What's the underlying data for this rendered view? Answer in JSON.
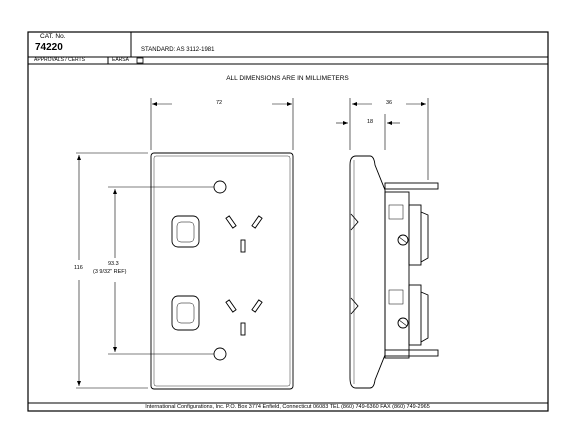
{
  "title_block": {
    "cat_no_label": "CAT. No.",
    "cat_no": "74220",
    "standard": "STANDARD: AS 3112-1981",
    "approvals": "APPROVALS / CERTS",
    "earsa": "EARSA"
  },
  "drawing": {
    "note": "ALL DIMENSIONS ARE IN MILLIMETERS",
    "front_view": {
      "width_dim": "72",
      "height_dim": "116",
      "socket_spacing_line1": "93.3",
      "socket_spacing_line2": "(3 9/32\" REF)"
    },
    "side_view": {
      "depth_dim": "36",
      "plate_dim": "18"
    }
  },
  "footer": {
    "text": "International Configurations, Inc.  P.O. Box 3774  Enfield, Connecticut 06083 TEL (860) 749-6360  FAX (860) 749-2965"
  },
  "colors": {
    "line": "#000000",
    "background": "#ffffff"
  }
}
